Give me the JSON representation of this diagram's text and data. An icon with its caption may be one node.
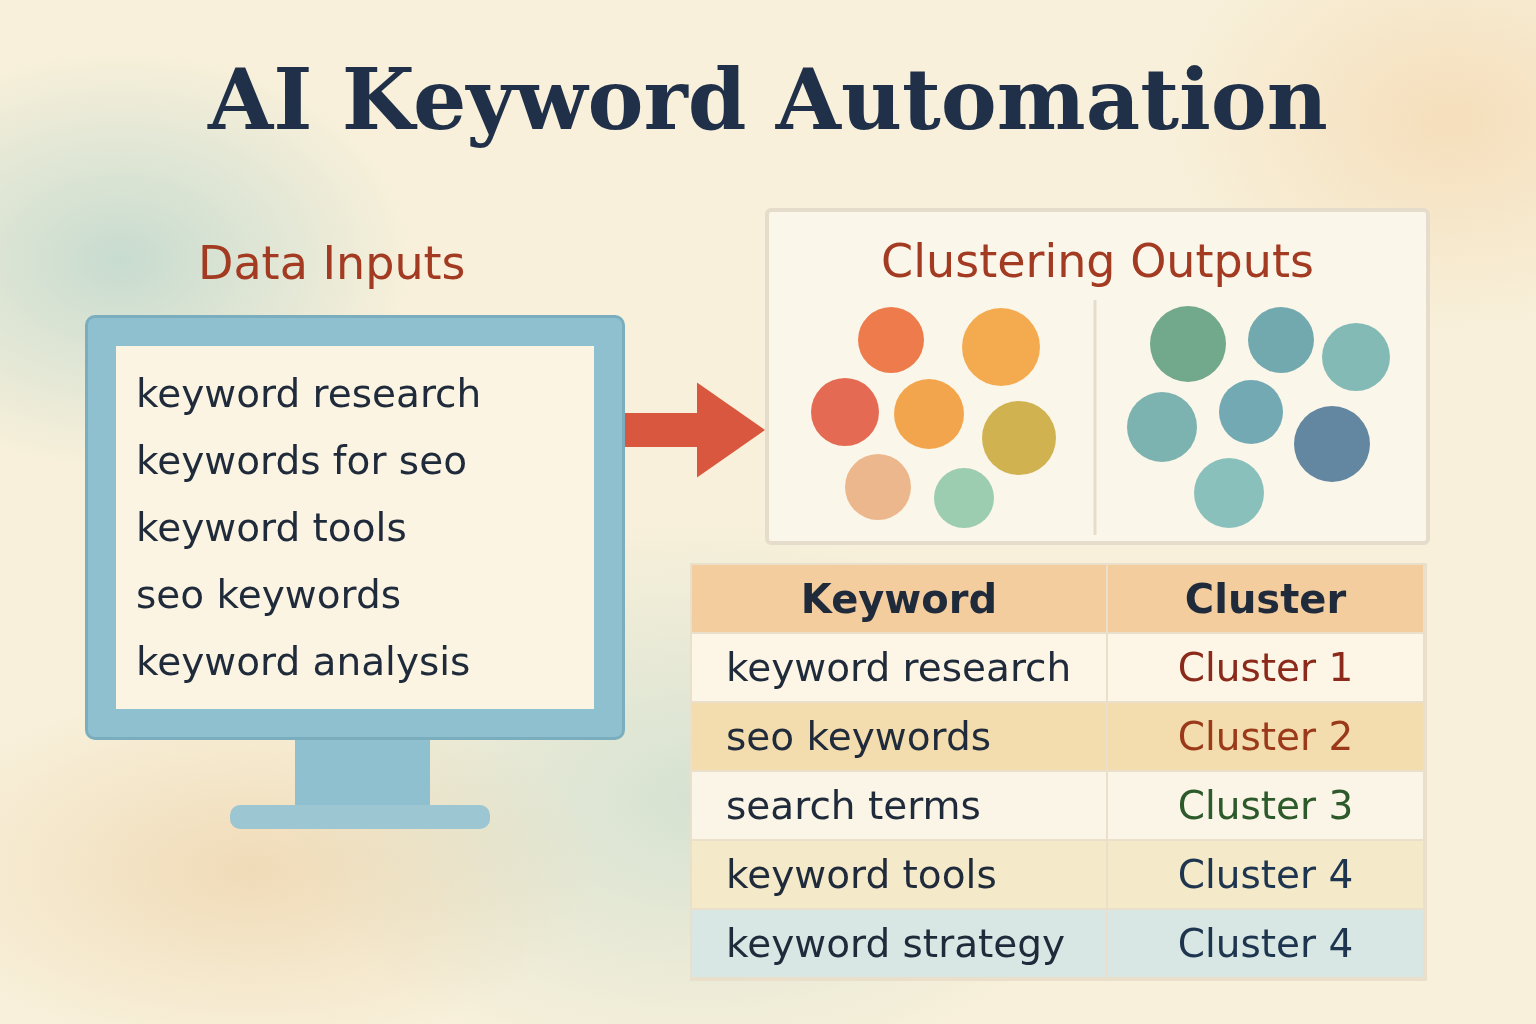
{
  "diagram": {
    "title": "AI Keyword Automation",
    "nodes": [
      {
        "text": [
          "Data Inputs",
          "keyword research",
          "keywords for seo",
          "keyword tools",
          "seo keywords",
          "keyword analysis"
        ]
      },
      {
        "text": [
          "Clustering Outputs"
        ]
      }
    ],
    "edges": [
      {
        "from": 0,
        "to": 1,
        "arrow": "to"
      }
    ],
    "labels": [
      "Keyword",
      "Cluster",
      "keyword research",
      "Cluster 1",
      "seo keywords",
      "Cluster 2",
      "search terms",
      "Cluster 3",
      "keyword tools",
      "Cluster 4",
      "keyword strategy",
      "Cluster 4"
    ]
  }
}
